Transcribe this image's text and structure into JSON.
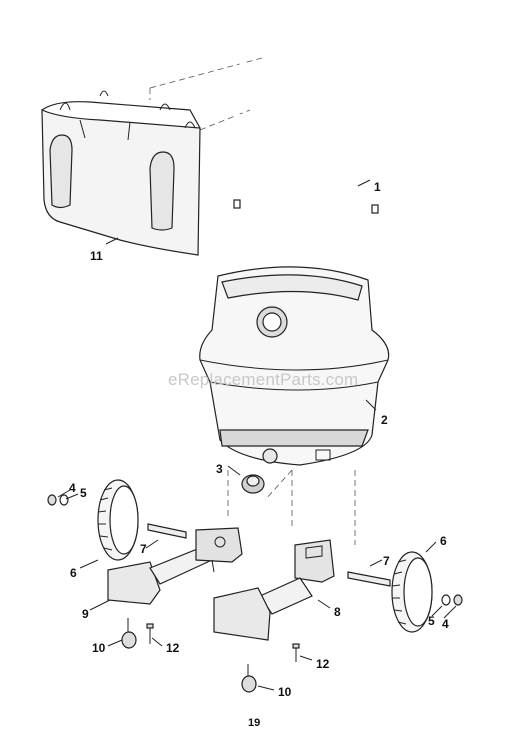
{
  "watermark": "eReplacementParts.com",
  "page_number": "19",
  "callouts": {
    "handle": "1",
    "drum": "2",
    "drain_cap": "3",
    "screw_left": "4",
    "washer_left": "5",
    "wheel_left": "6",
    "axle_left": "7",
    "caster_foot_left": "9",
    "caster_left": "10",
    "screw_caster_left": "12",
    "storage_bag": "11",
    "axle_right": "7",
    "wheel_right": "6",
    "washer_right": "5",
    "screw_right": "4",
    "caster_foot_right": "8",
    "screw_caster_right": "12",
    "caster_right": "10"
  }
}
